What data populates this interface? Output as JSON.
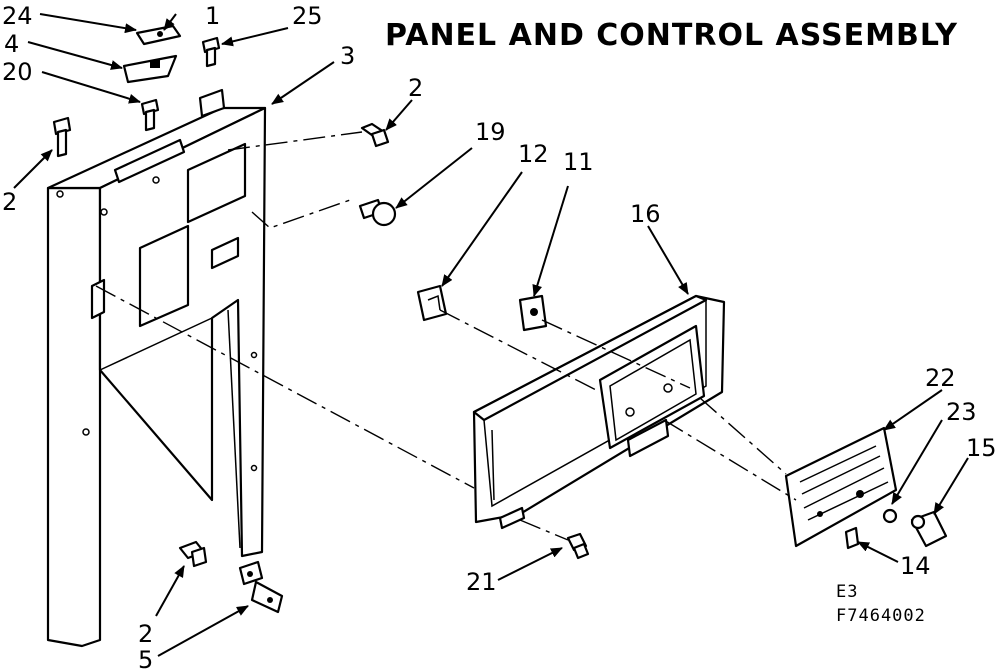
{
  "title": "PANEL AND CONTROL ASSEMBLY",
  "figure_codes": {
    "section": "E3",
    "figure_number": "F7464002"
  },
  "callouts": {
    "c24": "24",
    "c4": "4",
    "c20": "20",
    "c1": "1",
    "c25": "25",
    "c3": "3",
    "c2a": "2",
    "c2b": "2",
    "c2c": "2",
    "c19": "19",
    "c12": "12",
    "c11": "11",
    "c16": "16",
    "c22": "22",
    "c23": "23",
    "c15": "15",
    "c14": "14",
    "c21": "21",
    "c5": "5"
  }
}
